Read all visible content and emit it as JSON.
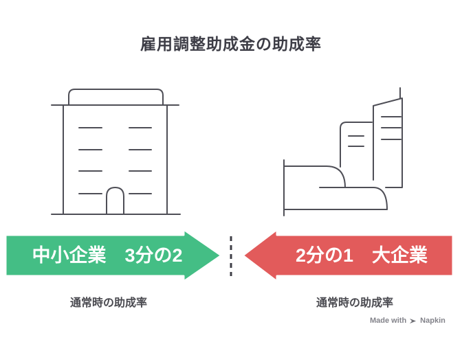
{
  "title": "雇用調整助成金の助成率",
  "left_group": {
    "arrow_text": "中小企業　3分の2",
    "caption": "通常時の助成率"
  },
  "right_group": {
    "arrow_text": "2分の1　大企業",
    "caption": "通常時の助成率"
  },
  "watermark": {
    "text": "Made with",
    "brand": "Napkin"
  },
  "colors": {
    "green": "#44be85",
    "red": "#e25b5b",
    "arrow_outline": "#ffffff",
    "divider": "#3e3e46",
    "building_stroke": "#4e4e56",
    "title_text": "#3d3d46",
    "caption_text": "#4a4a50",
    "watermark_text": "#83838a"
  }
}
